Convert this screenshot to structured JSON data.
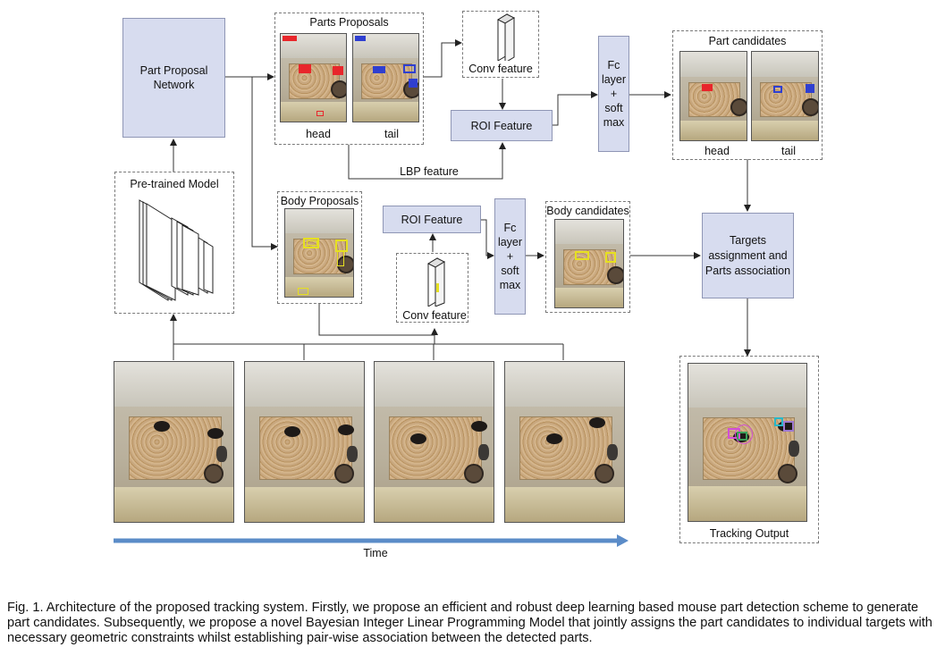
{
  "nodes": {
    "part_proposal_network": "Part Proposal\nNetwork",
    "pretrained_model": "Pre-trained Model",
    "parts_proposals": "Parts Proposals",
    "head": "head",
    "tail": "tail",
    "conv_feature_top": "Conv feature",
    "roi_feature_top": "ROI Feature",
    "fc_top": "Fc\nlayer\n+\nsoft\nmax",
    "part_candidates": "Part candidates",
    "head2": "head",
    "tail2": "tail",
    "lbp_feature": "LBP feature",
    "body_proposals": "Body Proposals",
    "roi_feature_bottom": "ROI Feature",
    "conv_feature_bottom": "Conv feature",
    "fc_bottom": "Fc\nlayer\n+\nsoft\nmax",
    "body_candidates": "Body candidates",
    "targets_assignment": "Targets\nassignment and\nParts association",
    "tracking_output": "Tracking Output",
    "time": "Time"
  },
  "caption": "Fig. 1. Architecture of the proposed tracking system. Firstly, we propose an efficient and robust deep learning based mouse part detection scheme to generate part candidates. Subsequently, we propose a novel Bayesian Integer Linear Programming Model that jointly assigns the part candidates to individual targets with necessary geometric constraints whilst establishing pair-wise association between the detected parts.",
  "colors": {
    "box_fill": "#d7dcef",
    "head_mark": "#e8262b",
    "tail_mark": "#2f3fd0",
    "body_mark": "#e6e020",
    "time_arrow": "#5b8cc8"
  }
}
